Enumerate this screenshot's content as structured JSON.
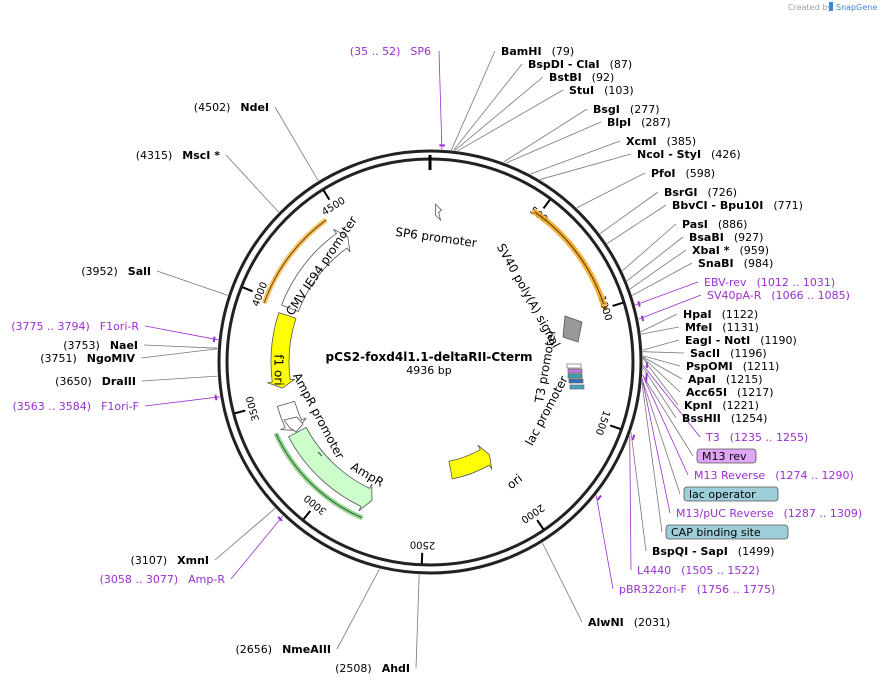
{
  "credit": {
    "prefix": "Created by",
    "brand": "SnapGene"
  },
  "plasmid": {
    "name": "pCS2-foxd4l1.1-deltaRII-Cterm",
    "length": "4936 bp",
    "total_bp": 4936
  },
  "ticks": [
    {
      "bp": 500,
      "label": "500"
    },
    {
      "bp": 1000,
      "label": "1000"
    },
    {
      "bp": 1500,
      "label": "1500"
    },
    {
      "bp": 2000,
      "label": "2000"
    },
    {
      "bp": 2500,
      "label": "2500"
    },
    {
      "bp": 3000,
      "label": "3000"
    },
    {
      "bp": 3500,
      "label": "3500"
    },
    {
      "bp": 4000,
      "label": "4000"
    },
    {
      "bp": 4500,
      "label": "4500"
    }
  ],
  "features": [
    {
      "name": "SV40 poly(A) signal",
      "start": 480,
      "end": 1000,
      "direction": "cw",
      "color": "#f5a623",
      "kind": "arc"
    },
    {
      "name": "CMV IE94 promoter",
      "start": 3990,
      "end": 4480,
      "direction": "cw",
      "color": "#ffffff",
      "kind": "arrow"
    },
    {
      "name": "SP6 promoter",
      "start": 35,
      "end": 52,
      "direction": "cw",
      "color": "#ffffff",
      "kind": "tiny"
    },
    {
      "name": "f1 ori",
      "start": 3565,
      "end": 3950,
      "direction": "ccw",
      "color": "#ffff00",
      "kind": "arrow"
    },
    {
      "name": "AmpR promoter",
      "start": 3330,
      "end": 3480,
      "direction": "ccw",
      "color": "#ffffff",
      "kind": "arrow"
    },
    {
      "name": "AmpR",
      "start": 2780,
      "end": 3320,
      "direction": "ccw",
      "color": "#ccffcc",
      "kind": "arrow"
    },
    {
      "name": "ori",
      "start": 2020,
      "end": 2320,
      "direction": "ccw",
      "color": "#ffff00",
      "kind": "arrow"
    },
    {
      "name": "T3 promoter",
      "start": 1235,
      "end": 1255,
      "direction": "cw",
      "color": "#ffffff",
      "kind": "tiny"
    },
    {
      "name": "lac promoter",
      "start": 1340,
      "end": 1370,
      "direction": "cw",
      "color": "#3b6fb3",
      "kind": "tiny"
    }
  ],
  "enzymes_right": [
    {
      "name": "BamHI",
      "pos": "(79)"
    },
    {
      "name": "BspDI - ClaI",
      "pos": "(87)"
    },
    {
      "name": "BstBI",
      "pos": "(92)"
    },
    {
      "name": "StuI",
      "pos": "(103)"
    },
    {
      "name": "BsgI",
      "pos": "(277)"
    },
    {
      "name": "BlpI",
      "pos": "(287)"
    },
    {
      "name": "XcmI",
      "pos": "(385)"
    },
    {
      "name": "NcoI - StyI",
      "pos": "(426)"
    },
    {
      "name": "PfoI",
      "pos": "(598)"
    },
    {
      "name": "BsrGI",
      "pos": "(726)"
    },
    {
      "name": "BbvCI - Bpu10I",
      "pos": "(771)"
    },
    {
      "name": "PasI",
      "pos": "(886)"
    },
    {
      "name": "BsaBI",
      "pos": "(927)"
    },
    {
      "name": "XbaI *",
      "pos": "(959)"
    },
    {
      "name": "SnaBI",
      "pos": "(984)"
    },
    {
      "name": "EBV-rev",
      "pos": "(1012 .. 1031)",
      "primer": true
    },
    {
      "name": "SV40pA-R",
      "pos": "(1066 .. 1085)",
      "primer": true
    },
    {
      "name": "HpaI",
      "pos": "(1122)"
    },
    {
      "name": "MfeI",
      "pos": "(1131)"
    },
    {
      "name": "EagI - NotI",
      "pos": "(1190)"
    },
    {
      "name": "SacII",
      "pos": "(1196)"
    },
    {
      "name": "PspOMI",
      "pos": "(1211)"
    },
    {
      "name": "ApaI",
      "pos": "(1215)"
    },
    {
      "name": "Acc65I",
      "pos": "(1217)"
    },
    {
      "name": "KpnI",
      "pos": "(1221)"
    },
    {
      "name": "BssHII",
      "pos": "(1254)"
    },
    {
      "name": "T3",
      "pos": "(1235 .. 1255)",
      "primer": true
    },
    {
      "name": "M13 rev",
      "boxed": true,
      "box_color": "#e0a6f5"
    },
    {
      "name": "M13 Reverse",
      "pos": "(1274 .. 1290)",
      "primer": true
    },
    {
      "name": "lac operator",
      "boxed": true,
      "box_color": "#9ecfd9"
    },
    {
      "name": "M13/pUC Reverse",
      "pos": "(1287 .. 1309)",
      "primer": true
    },
    {
      "name": "CAP binding site",
      "boxed": true,
      "box_color": "#9ecfd9"
    },
    {
      "name": "BspQI - SapI",
      "pos": "(1499)"
    },
    {
      "name": "L4440",
      "pos": "(1505 .. 1522)",
      "primer": true
    },
    {
      "name": "pBR322ori-F",
      "pos": "(1756 .. 1775)",
      "primer": true
    },
    {
      "name": "AlwNI",
      "pos": "(2031)"
    }
  ],
  "enzymes_left": [
    {
      "name": "SP6",
      "pos": "(35 .. 52)",
      "primer": true
    },
    {
      "name": "NdeI",
      "pos": "(4502)"
    },
    {
      "name": "MscI *",
      "pos": "(4315)"
    },
    {
      "name": "SalI",
      "pos": "(3952)"
    },
    {
      "name": "F1ori-R",
      "pos": "(3775 .. 3794)",
      "primer": true
    },
    {
      "name": "NaeI",
      "pos": "(3753)"
    },
    {
      "name": "NgoMIV",
      "pos": "(3751)"
    },
    {
      "name": "DraIII",
      "pos": "(3650)"
    },
    {
      "name": "F1ori-F",
      "pos": "(3563 .. 3584)",
      "primer": true
    },
    {
      "name": "XmnI",
      "pos": "(3107)"
    },
    {
      "name": "Amp-R",
      "pos": "(3058 .. 3077)",
      "primer": true
    },
    {
      "name": "NmeAIII",
      "pos": "(2656)"
    },
    {
      "name": "AhdI",
      "pos": "(2508)"
    }
  ]
}
